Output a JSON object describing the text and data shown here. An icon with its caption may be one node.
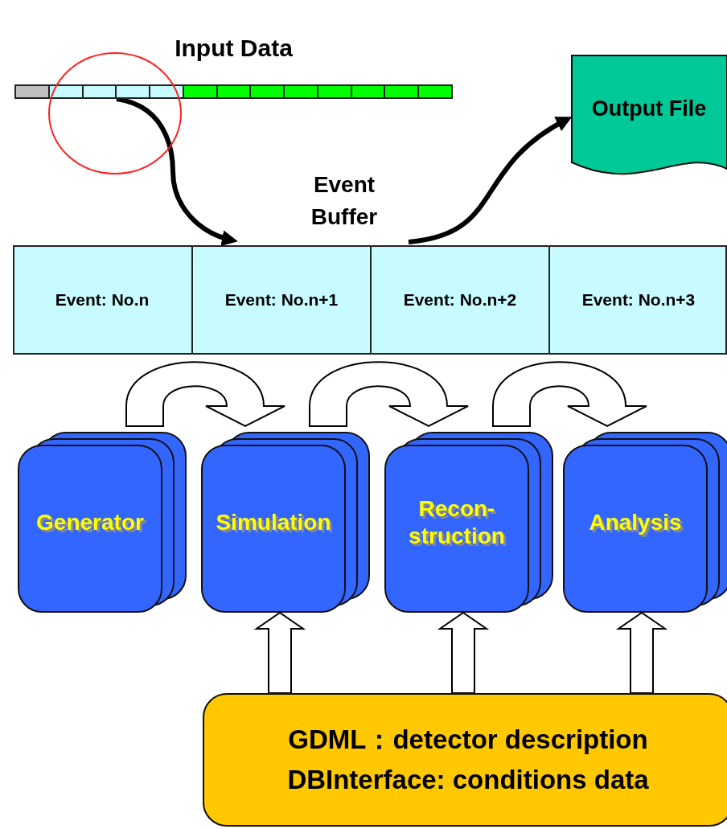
{
  "diagram": {
    "nodes": [
      {
        "text": [
          "Input Data"
        ]
      },
      {
        "text": [
          "Output File"
        ]
      },
      {
        "text": [
          "Event Buffer"
        ]
      },
      {
        "text": [
          "Event: No.n"
        ],
        "in": 2
      },
      {
        "text": [
          "Event: No.n+1"
        ],
        "in": 2
      },
      {
        "text": [
          "Event: No.n+2"
        ],
        "in": 2
      },
      {
        "text": [
          "Event: No.n+3"
        ],
        "in": 2
      },
      {
        "text": [
          "Generator"
        ]
      },
      {
        "text": [
          "Simulation"
        ]
      },
      {
        "text": [
          "Recon- struction"
        ]
      },
      {
        "text": [
          "Analysis"
        ]
      },
      {
        "text": [
          "GDML：detector description",
          "DBInterface: conditions data"
        ]
      }
    ],
    "edges": [
      {
        "from": 0,
        "to": 4,
        "arrow": "to"
      },
      {
        "from": 5,
        "to": 1,
        "arrow": "to"
      },
      {
        "from": 7,
        "to": 8,
        "arrow": "to",
        "style": "thick"
      },
      {
        "from": 8,
        "to": 9,
        "arrow": "to",
        "style": "thick"
      },
      {
        "from": 9,
        "to": 10,
        "arrow": "to",
        "style": "thick"
      },
      {
        "from": 11,
        "to": 8,
        "arrow": "to",
        "style": "thick"
      },
      {
        "from": 11,
        "to": 9,
        "arrow": "to",
        "style": "thick"
      },
      {
        "from": 11,
        "to": 10,
        "arrow": "to",
        "style": "thick"
      }
    ]
  }
}
